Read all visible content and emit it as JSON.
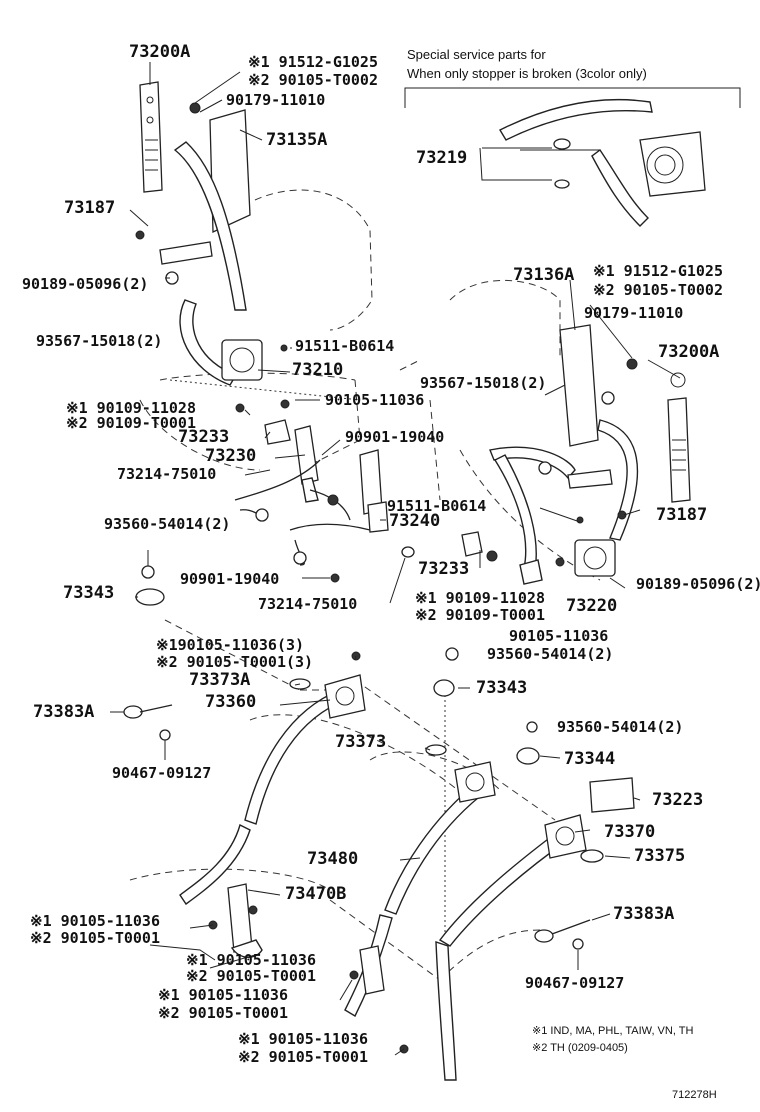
{
  "special_note": {
    "line1": "Special service parts for",
    "line2": "When only stopper is broken (3color only)"
  },
  "labels": {
    "p73200A_tl": "73200A",
    "p91512_G1025_l": "※1 91512-G1025",
    "p90105_T0002_l": "※2 90105-T0002",
    "p90179_11010_l": "90179-11010",
    "p73135A": "73135A",
    "p73219": "73219",
    "p73187_l": "73187",
    "p90189_05096_l": "90189-05096(2)",
    "p93567_15018_l": "93567-15018(2)",
    "p91511_B0614_l": "91511-B0614",
    "p73210": "73210",
    "p90109_11028_l": "※1 90109-11028",
    "p90109_T0001_l": "※2 90109-T0001",
    "p90105_11036_l": "90105-11036",
    "p73233_l": "73233",
    "p73230": "73230",
    "p73214_75010_l": "73214-75010",
    "p90901_19040_top": "90901-19040",
    "p93560_54014_l": "93560-54014(2)",
    "p73343_l": "73343",
    "p90901_19040_bot": "90901-19040",
    "p73214_75010_r": "73214-75010",
    "p73240": "73240",
    "p73136A": "73136A",
    "p91512_G1025_r": "※1 91512-G1025",
    "p90105_T0002_r": "※2 90105-T0002",
    "p90179_11010_r": "90179-11010",
    "p73200A_r": "73200A",
    "p93567_15018_r": "93567-15018(2)",
    "p73187_r": "73187",
    "p91511_B0614_r": "91511-B0614",
    "p73233_r": "73233",
    "p90109_11028_r": "※1 90109-11028",
    "p90109_T0001_r": "※2 90109-T0001",
    "p73220": "73220",
    "p90189_05096_r": "90189-05096(2)",
    "p90105_11036_r": "90105-11036",
    "p93560_54014_r": "93560-54014(2)",
    "p90105_11036_3": "※190105-11036(3)",
    "p90105_T0001_3": "※2 90105-T0001(3)",
    "p73373A": "73373A",
    "p73360": "73360",
    "p73383A_l": "73383A",
    "p90467_09127_l": "90467-09127",
    "p73343_r": "73343",
    "p93560_54014_rr": "93560-54014(2)",
    "p73373": "73373",
    "p73344": "73344",
    "p73223": "73223",
    "p73370": "73370",
    "p73480": "73480",
    "p73375": "73375",
    "p73470B": "73470B",
    "p73383A_r": "73383A",
    "p90105_11036_a": "※1 90105-11036",
    "p90105_T0001_a": "※2 90105-T0001",
    "p90105_11036_b": "※1 90105-11036",
    "p90105_T0001_b": "※2 90105-T0001",
    "p90105_11036_c": "※1 90105-11036",
    "p90105_T0001_c": "※2 90105-T0001",
    "p90105_11036_d": "※1 90105-11036",
    "p90105_T0001_d": "※2 90105-T0001",
    "p90467_09127_r": "90467-09127"
  },
  "footnotes": {
    "f1": "※1 IND, MA, PHL, TAIW, VN, TH",
    "f2": "※2 TH (0209-0405)"
  },
  "diagram_id": "712278H"
}
